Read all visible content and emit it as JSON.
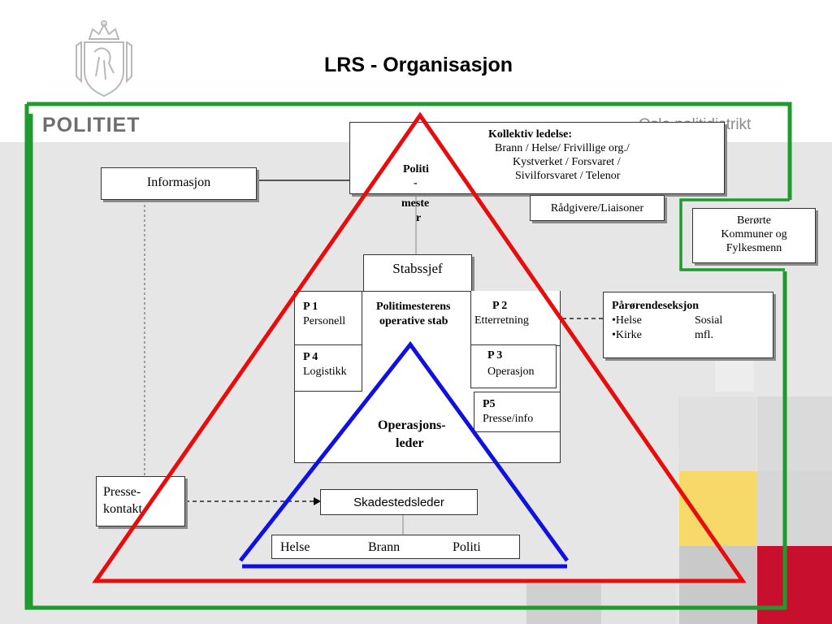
{
  "header": {
    "title": "LRS - Organisasjon",
    "logo_text": "POLITIET",
    "district": "Oslo politidistrikt"
  },
  "boxes": {
    "informasjon": "Informasjon",
    "kollektiv": {
      "heading": "Kollektiv ledelse:",
      "line1": "Brann / Helse/  Frivillige org./",
      "line2": "Kystverket / Forsvaret /",
      "line3": "Sivilforsvaret / Telenor"
    },
    "politimester": {
      "l1": "Politi",
      "l2": "-",
      "l3": "meste",
      "l4": "r"
    },
    "radgivere": "Rådgivere/Liaisoner",
    "berorte": {
      "l1": "Berørte",
      "l2": "Kommuner og",
      "l3": "Fylkesmenn"
    },
    "stabssjef": "Stabssjef",
    "stab": {
      "p1_code": "P 1",
      "p1_name": "Personell",
      "center_l1": "Politimesterens",
      "center_l2": "operative stab",
      "p2_code": "P 2",
      "p2_name": "Etterretning",
      "p4_code": "P 4",
      "p4_name": "Logistikk",
      "p3_code": "P 3",
      "p3_name": "Operasjon",
      "p5_code": "P5",
      "p5_name": "Presse/info"
    },
    "operasjonsleder": {
      "l1": "Operasjons-",
      "l2": "leder"
    },
    "parorende": {
      "heading": "Pårørendeseksjon",
      "row1_left": "•Helse",
      "row1_right": "Sosial",
      "row2_left": "•Kirke",
      "row2_right": "mfl."
    },
    "presse": {
      "l1": "Presse-",
      "l2": "kontakt"
    },
    "skadestedsleder": "Skadestedsleder",
    "bottom": {
      "helse": "Helse",
      "brann": "Brann",
      "politi": "Politi"
    }
  },
  "colors": {
    "frame_green": "#1f9a2e",
    "triangle_red": "#e80c0c",
    "triangle_blue": "#1010e0",
    "accent_yellow": "#f7d96a",
    "accent_red": "#c8102e"
  },
  "icons": [
    "coat-of-arms-icon"
  ]
}
